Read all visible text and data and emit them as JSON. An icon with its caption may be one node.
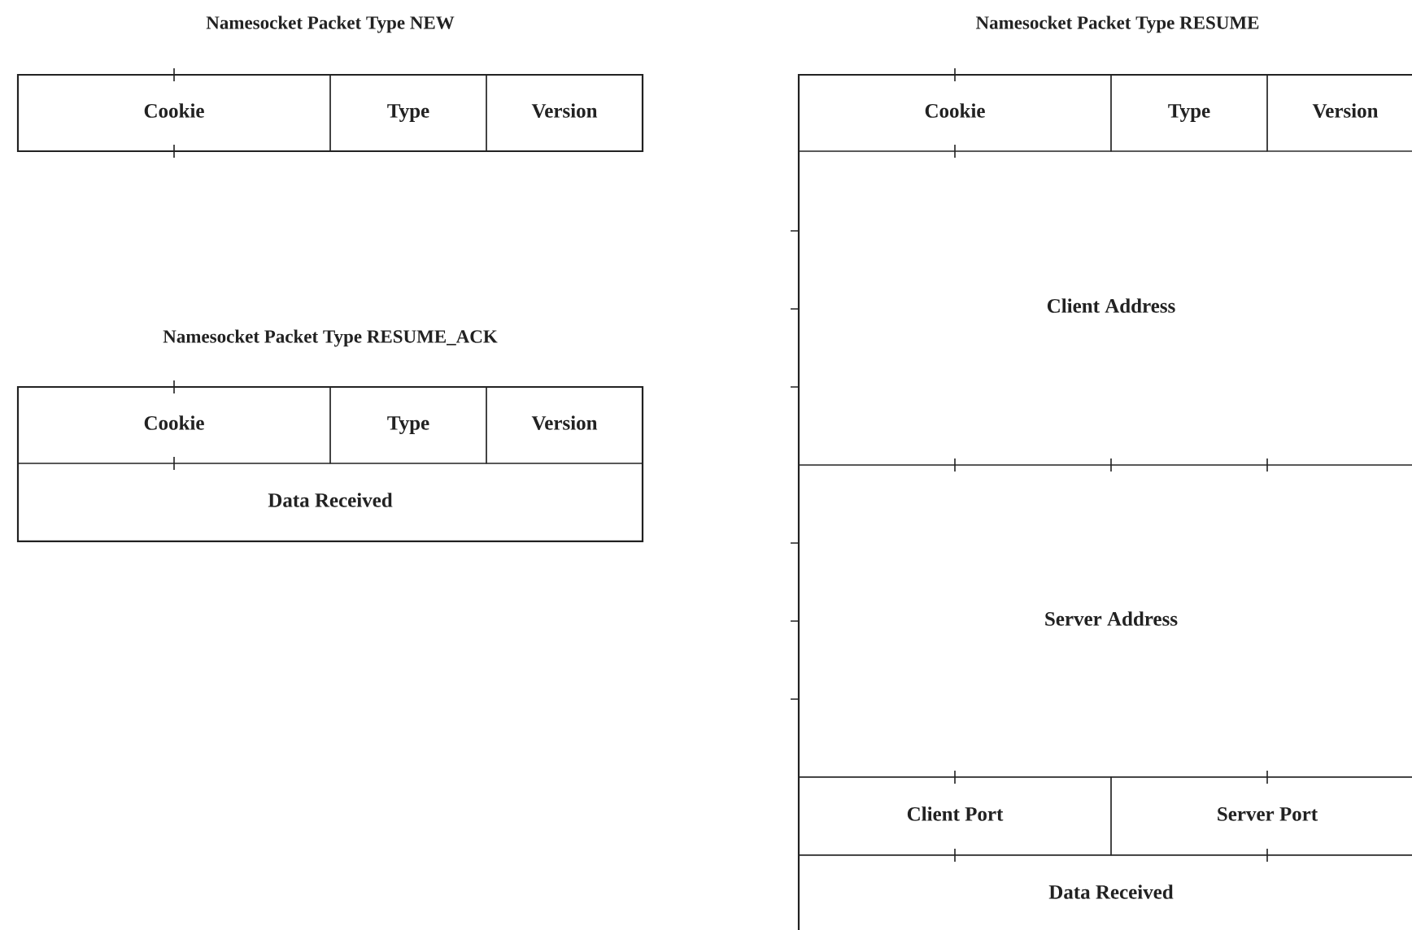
{
  "diagram": {
    "nodes": [
      {
        "text": [
          "Namesocket Packet Type NEW"
        ]
      },
      {
        "text": [
          "Cookie"
        ],
        "in": 0
      },
      {
        "text": [
          "Type"
        ],
        "in": 0
      },
      {
        "text": [
          "Version"
        ],
        "in": 0
      },
      {
        "text": [
          "Namesocket Packet Type RESUME_ACK"
        ]
      },
      {
        "text": [
          "Cookie"
        ],
        "in": 4
      },
      {
        "text": [
          "Type"
        ],
        "in": 4
      },
      {
        "text": [
          "Version"
        ],
        "in": 4
      },
      {
        "text": [
          "Data Received"
        ],
        "in": 4
      },
      {
        "text": [
          "Namesocket Packet Type RESUME"
        ]
      },
      {
        "text": [
          "Cookie"
        ],
        "in": 9
      },
      {
        "text": [
          "Type"
        ],
        "in": 9
      },
      {
        "text": [
          "Version"
        ],
        "in": 9
      },
      {
        "text": [
          "Client Address"
        ],
        "in": 9
      },
      {
        "text": [
          "Server Address"
        ],
        "in": 9
      },
      {
        "text": [
          "Client Port"
        ],
        "in": 9
      },
      {
        "text": [
          "Server Port"
        ],
        "in": 9
      },
      {
        "text": [
          "Data Received"
        ],
        "in": 9
      }
    ]
  }
}
